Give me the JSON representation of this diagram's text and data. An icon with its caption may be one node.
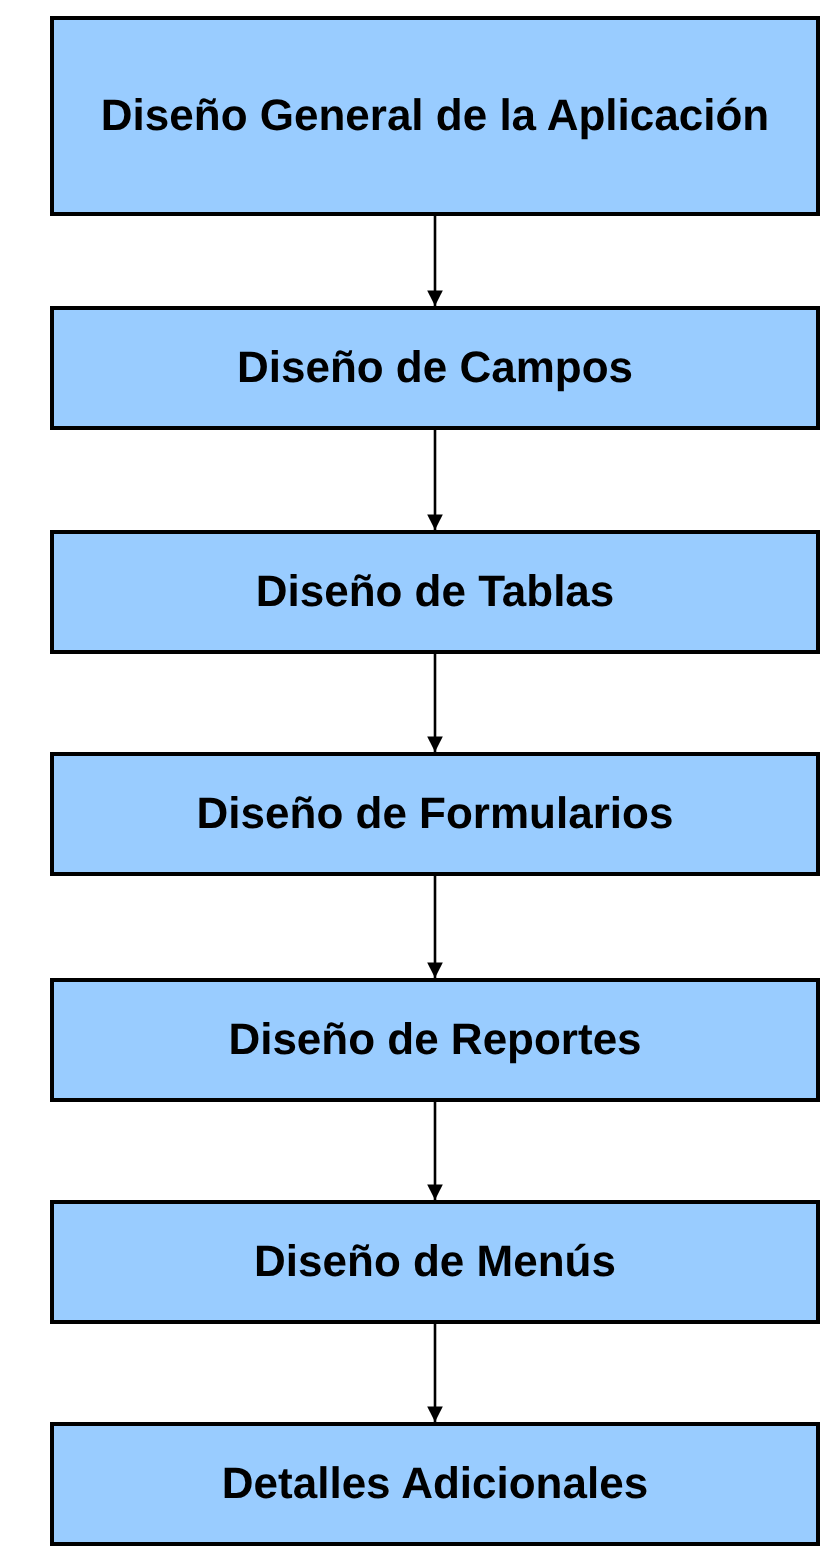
{
  "diagram": {
    "nodes": [
      {
        "text": [
          "Diseño General de la Aplicación"
        ]
      },
      {
        "text": [
          "Diseño de Campos"
        ]
      },
      {
        "text": [
          "Diseño de Tablas"
        ]
      },
      {
        "text": [
          "Diseño de Formularios"
        ]
      },
      {
        "text": [
          "Diseño de Reportes"
        ]
      },
      {
        "text": [
          "Diseño de Menús"
        ]
      },
      {
        "text": [
          "Detalles Adicionales"
        ]
      }
    ],
    "edges": [
      {
        "from": 0,
        "to": 1,
        "arrow": "to"
      },
      {
        "from": 1,
        "to": 2,
        "arrow": "to"
      },
      {
        "from": 2,
        "to": 3,
        "arrow": "to"
      },
      {
        "from": 3,
        "to": 4,
        "arrow": "to"
      },
      {
        "from": 4,
        "to": 5,
        "arrow": "to"
      },
      {
        "from": 5,
        "to": 6,
        "arrow": "to"
      }
    ]
  }
}
